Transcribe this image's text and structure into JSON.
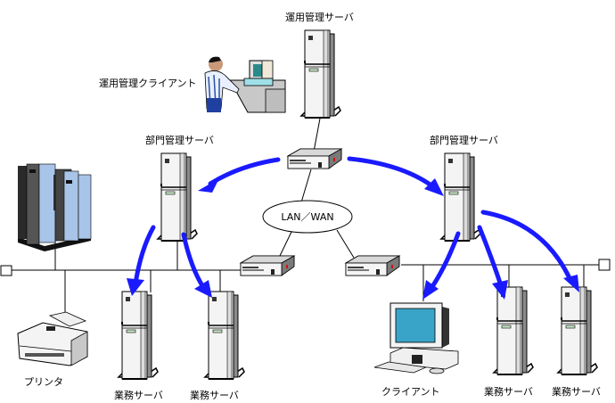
{
  "labels": {
    "ops_server": "運用管理サーバ",
    "ops_client": "運用管理クライアント",
    "dept_server_left": "部門管理サーバ",
    "dept_server_right": "部門管理サーバ",
    "network": "LAN／WAN",
    "printer": "プリンタ",
    "biz_server_1": "業務サーバ",
    "biz_server_2": "業務サーバ",
    "client": "クライアント",
    "biz_server_3": "業務サーバ",
    "biz_server_4": "業務サーバ"
  },
  "colors": {
    "arrow": "#1a1aff",
    "line": "#000000",
    "server_body": "#f4f4f4",
    "server_side": "#8a8a8a",
    "mainframe_light": "#a8c4e8",
    "mainframe_dark": "#3c3c3c",
    "screen": "#3aa4c8",
    "router_red": "#d01010"
  }
}
